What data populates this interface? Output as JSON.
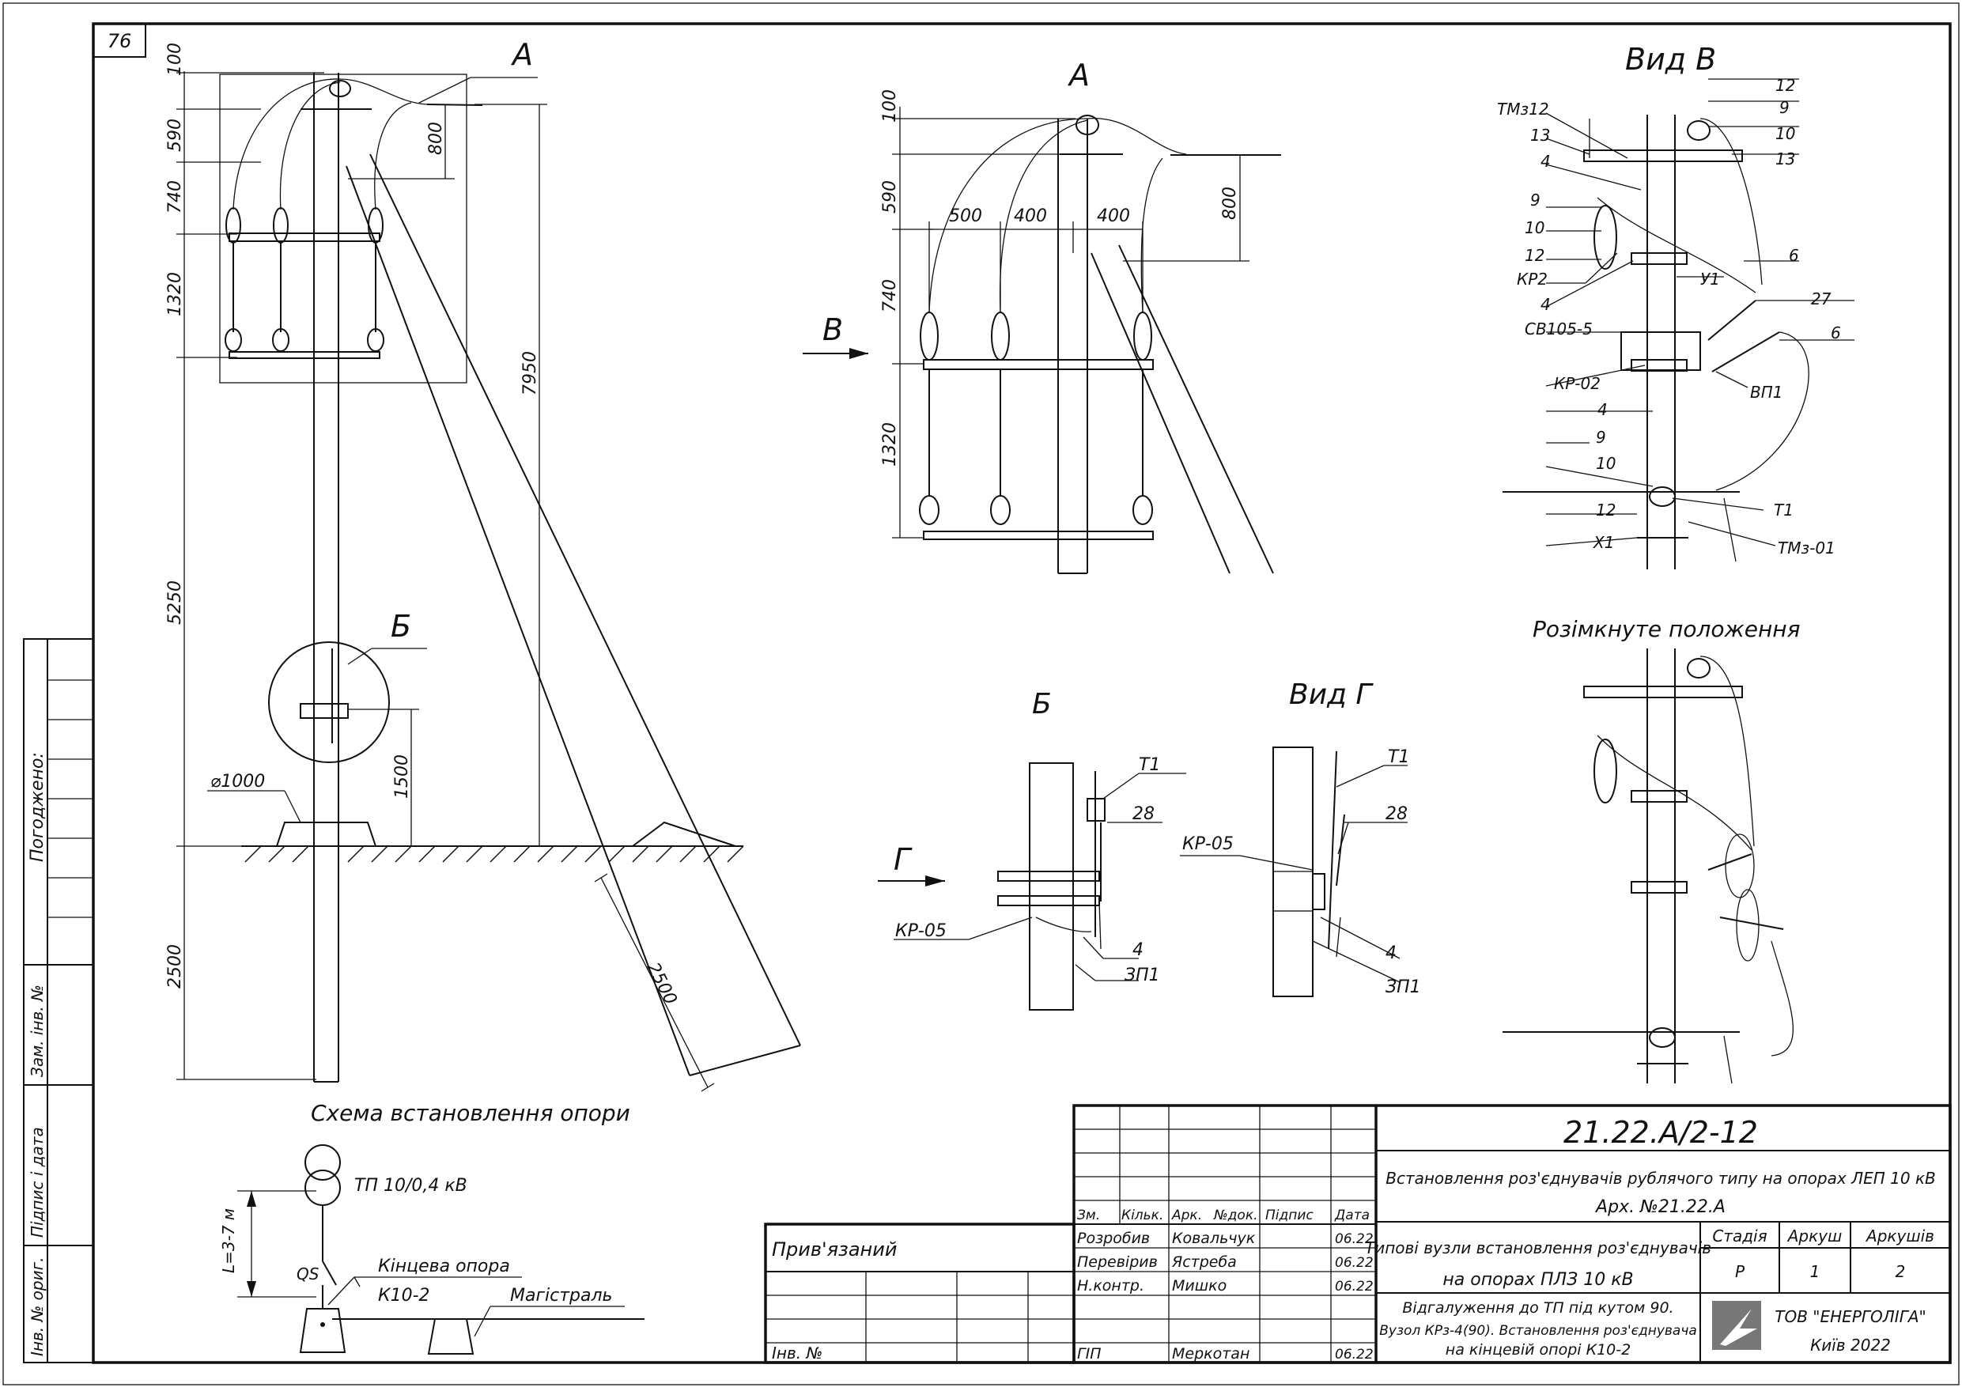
{
  "sheet_number": "76",
  "left_strip": {
    "agreed": "Погоджено:",
    "replaced_inv": "Зам. інв. №",
    "signature_date": "Підпис і дата",
    "orig_inv": "Інв. № ориг."
  },
  "main_view": {
    "label_a": "А",
    "label_b": "Б",
    "dims_left": [
      "100",
      "590",
      "740",
      "1320",
      "5250",
      "2500"
    ],
    "dim_800": "800",
    "dim_7950": "7950",
    "dim_1500": "1500",
    "dim_diameter": "⌀1000",
    "dim_brace": "2500"
  },
  "detail_a": {
    "title": "А",
    "dims_left": [
      "100",
      "590",
      "740",
      "1320"
    ],
    "dims_top": [
      "500",
      "400",
      "400"
    ],
    "dim_800": "800",
    "arrow_label": "В"
  },
  "view_v": {
    "title": "Вид В",
    "labels_left": [
      "ТМз12",
      "13",
      "4",
      "9",
      "10",
      "12",
      "КР2",
      "4",
      "СВ105-5",
      "КР-02",
      "4",
      "9",
      "10",
      "12",
      "Х1"
    ],
    "labels_right": [
      "12",
      "9",
      "10",
      "13",
      "6",
      "27",
      "6",
      "У1",
      "ВП1",
      "Т1",
      "ТМз-01"
    ]
  },
  "open_position": {
    "title": "Розімкнуте положення"
  },
  "detail_b": {
    "title": "Б",
    "arrow_label": "Г",
    "labels": [
      "Т1",
      "28",
      "КР-05",
      "4",
      "ЗП1"
    ]
  },
  "view_g": {
    "title": "Вид Г",
    "labels": [
      "Т1",
      "28",
      "КР-05",
      "4",
      "ЗП1"
    ]
  },
  "scheme": {
    "title": "Схема встановлення опори",
    "transformer": "ТП 10/0,4 кВ",
    "distance": "L=3-7 м",
    "switch": "QS",
    "end_support": "Кінцева опора",
    "end_support_code": "К10-2",
    "mainline": "Магістраль"
  },
  "title_block": {
    "doc_code": "21.22.А/2-12",
    "title_line1": "Встановлення роз'єднувачів рублячого типу на опорах ЛЕП 10 кВ",
    "title_line2": "Арх. №21.22.А",
    "subtitle_line1": "Типові вузли встановлення роз'єднувачів",
    "subtitle_line2": "на опорах ПЛЗ 10 кВ",
    "node_line1": "Відгалуження до ТП під кутом 90.",
    "node_line2": "Вузол КРз-4(90). Встановлення роз'єднувача",
    "node_line3": "на кінцевій опорі К10-2",
    "head_cells": [
      "Зм.",
      "Кільк.",
      "Арк.",
      "№док.",
      "Підпис",
      "Дата"
    ],
    "rows": [
      {
        "role": "Розробив",
        "name": "Ковальчук",
        "date": "06.22"
      },
      {
        "role": "Перевірив",
        "name": "Ястреба",
        "date": "06.22"
      },
      {
        "role": "Н.контр.",
        "name": "Мишко",
        "date": "06.22"
      }
    ],
    "gip_role": "ГІП",
    "gip_name": "Меркотан",
    "gip_date": "06.22",
    "stage_head": "Стадія",
    "sheet_head": "Аркуш",
    "sheets_head": "Аркушів",
    "stage": "Р",
    "sheet": "1",
    "sheets": "2",
    "company": "ТОВ \"ЕНЕРГОЛІГА\"",
    "city": "Київ 2022",
    "linked": "Прив'язаний",
    "inv_no": "Інв. №"
  }
}
